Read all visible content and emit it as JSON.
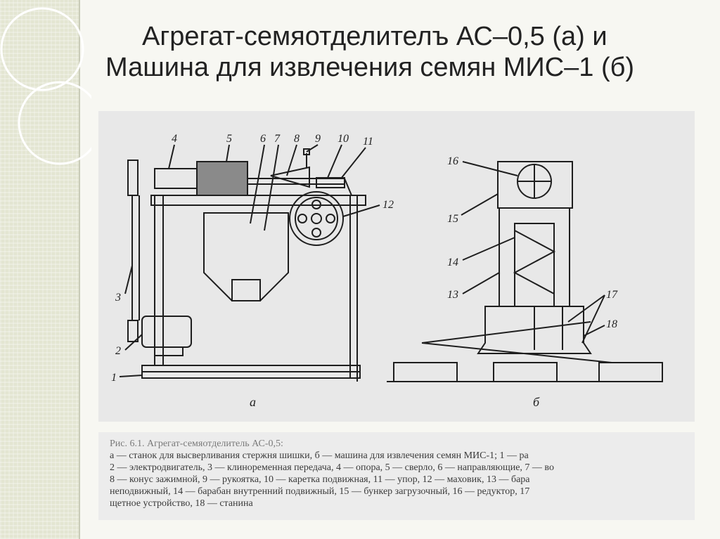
{
  "slide": {
    "title_line1": "Агрегат-семяотделителъ АС–0,5 (а) и",
    "title_line2": "Машина для извлечения семян МИС–1 (б)"
  },
  "figure": {
    "panel_a_label": "а",
    "panel_b_label": "б",
    "callouts_a": [
      "1",
      "2",
      "3",
      "4",
      "5",
      "6",
      "7",
      "8",
      "9",
      "10",
      "11",
      "12"
    ],
    "callouts_b": [
      "13",
      "14",
      "15",
      "16",
      "17",
      "18"
    ]
  },
  "caption": {
    "lines": [
      "Рис. 6.1. Агрегат-семяотделитель АС-0,5:",
      "а — станок для высверливания стержня шишки, б — машина для извлечения семян МИС-1; 1 — ра",
      "2 — электродвигатель, 3 — клиноременная передача, 4 — опора, 5 — сверло, 6 — направляющие, 7 — во",
      "8 — конус зажимной, 9 — рукоятка, 10 — каретка подвижная, 11 — упор, 12 — маховик, 13 — бара",
      "неподвижный, 14 — барабан внутренний подвижный, 15 — бункер загрузочный, 16 — редуктор, 17",
      "щетное устройство, 18 — станина"
    ]
  }
}
